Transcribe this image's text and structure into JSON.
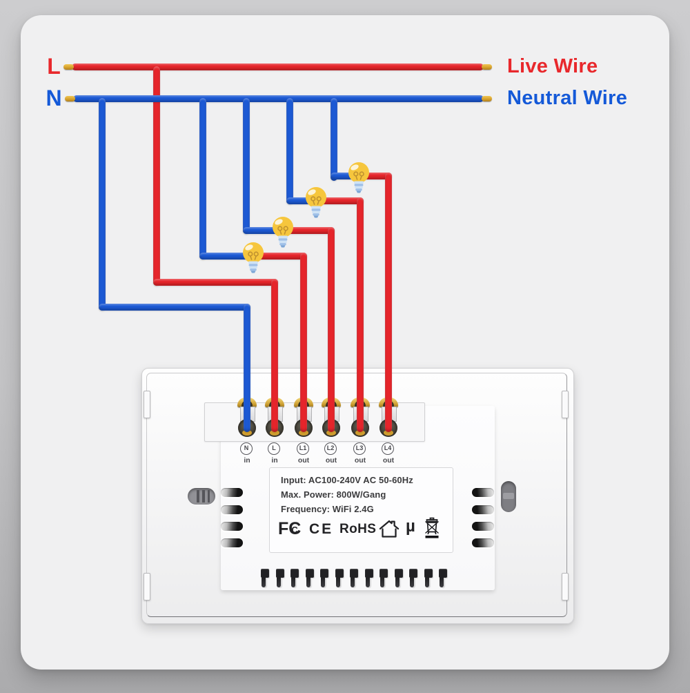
{
  "legend": {
    "live_terminal": "L",
    "neutral_terminal": "N",
    "live_name": "Live Wire",
    "neutral_name": "Neutral Wire"
  },
  "colors": {
    "live_wire": "#e6252b",
    "neutral_wire": "#1c59d4",
    "bulb": "#f6c63d",
    "wire_tip_gold": "#d8a32e"
  },
  "bulbs": {
    "count": 4
  },
  "device": {
    "terminals": [
      {
        "id": "N",
        "mode": "in"
      },
      {
        "id": "L",
        "mode": "in"
      },
      {
        "id": "L1",
        "mode": "out"
      },
      {
        "id": "L2",
        "mode": "out"
      },
      {
        "id": "L3",
        "mode": "out"
      },
      {
        "id": "L4",
        "mode": "out"
      }
    ],
    "label": {
      "line1": "Input: AC100-240V AC 50-60Hz",
      "line2": "Max. Power: 800W/Gang",
      "line3": "Frequency: WiFi 2.4G"
    },
    "certifications": {
      "fcc_f": "F",
      "fcc_c_big": "C",
      "fcc_c_small": "C",
      "ce": "CE",
      "rohs": "RoHS",
      "micro": "µ"
    }
  }
}
